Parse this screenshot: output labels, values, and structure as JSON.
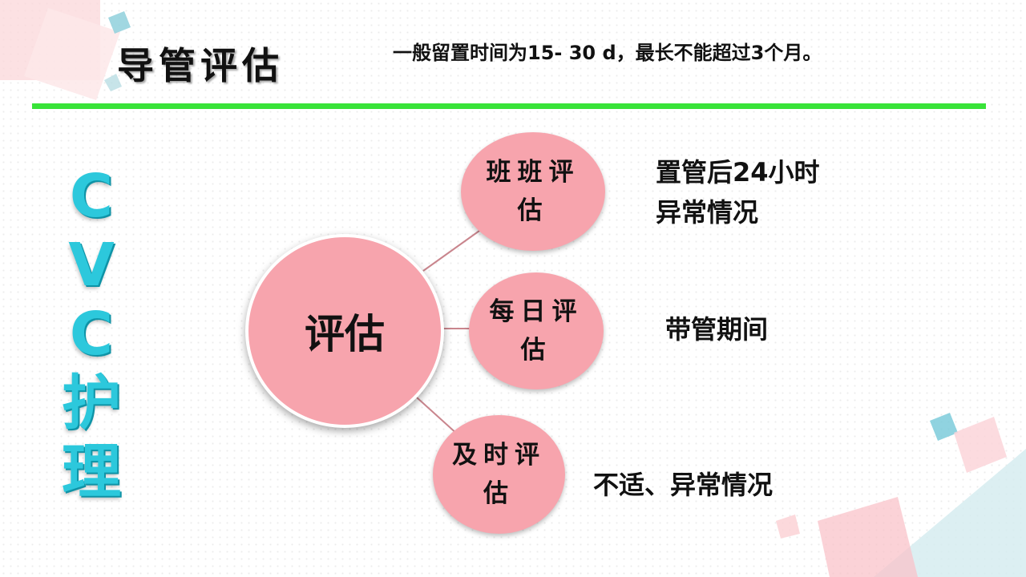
{
  "header": {
    "title": "导管评估",
    "note": "一般留置时间为15- 30 d，最长不能超过3个月。"
  },
  "side_title": [
    "C",
    "V",
    "C",
    "护",
    "理"
  ],
  "diagram": {
    "center": "评估",
    "nodes": [
      {
        "label": "班班评估",
        "description": [
          "置管后24小时",
          "异常情况"
        ]
      },
      {
        "label": "每日评估",
        "description": [
          "带管期间"
        ]
      },
      {
        "label": "及时评估",
        "description": [
          "不适、异常情况"
        ]
      }
    ]
  },
  "colors": {
    "accent_green": "#39e339",
    "circle_fill": "#f7a4ad",
    "connector": "#c9858d",
    "side_title": "#2cc8dc"
  }
}
